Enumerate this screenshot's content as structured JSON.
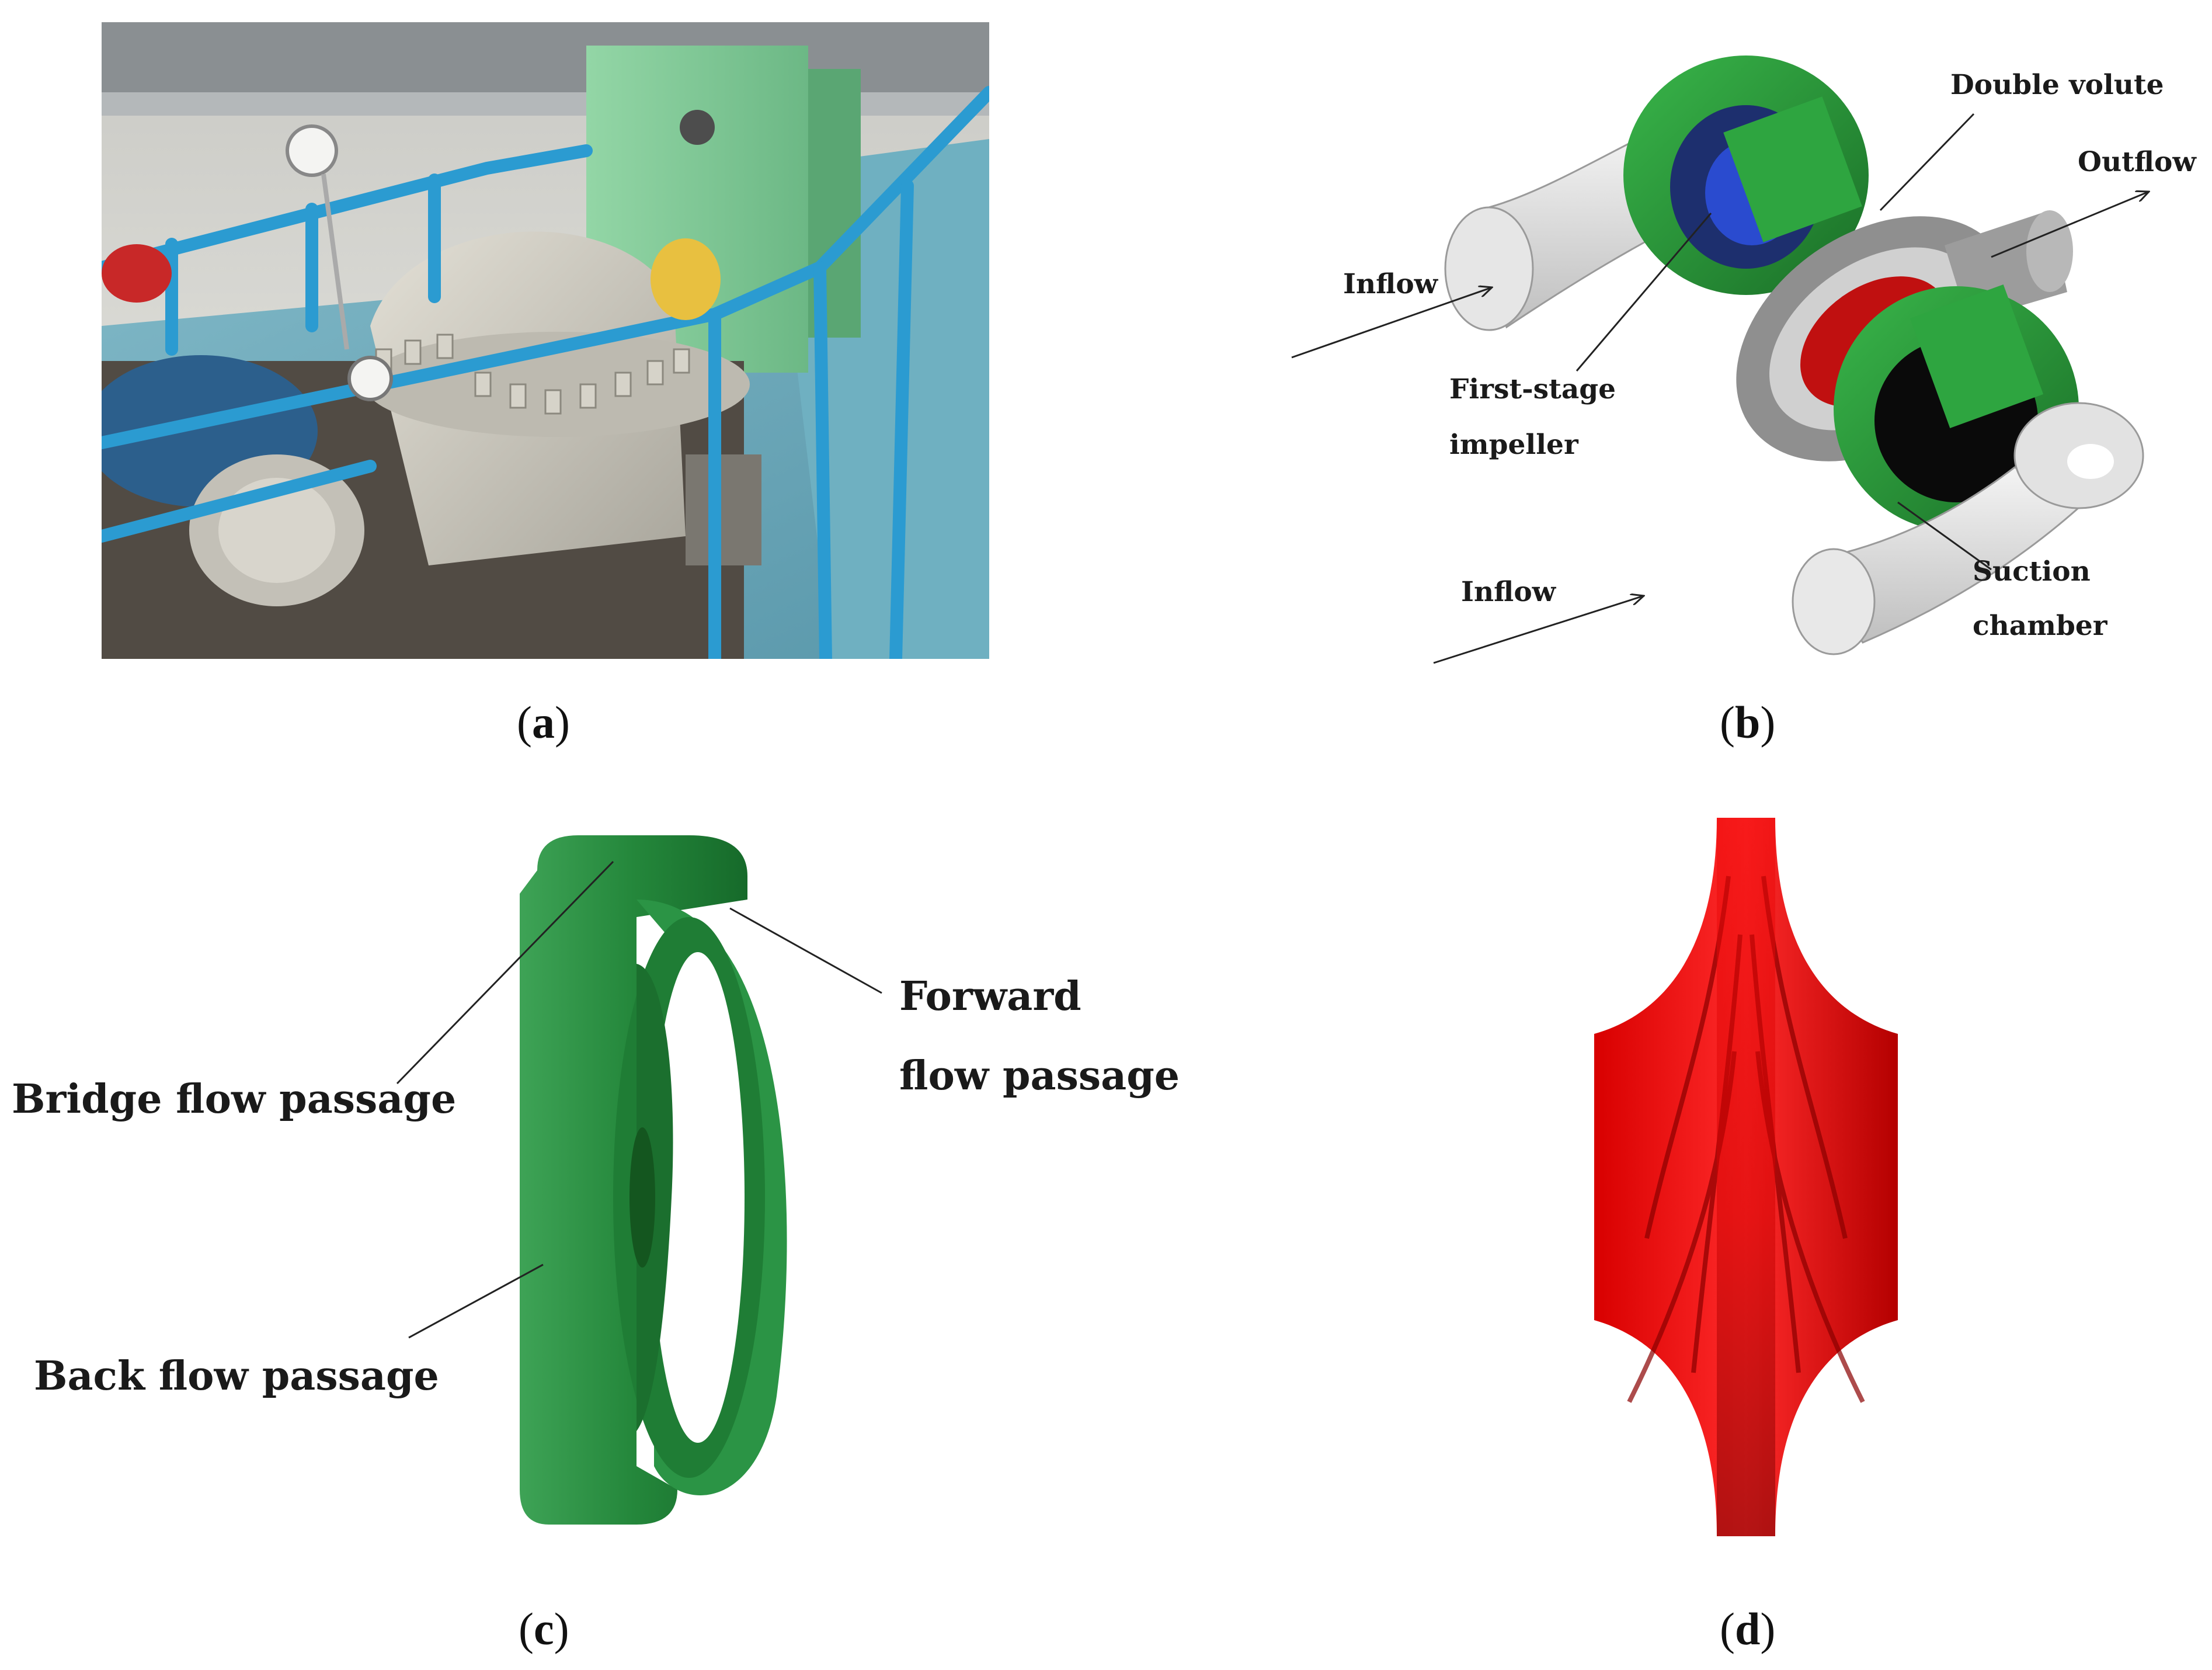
{
  "panels": {
    "a": {
      "caption_letter": "a"
    },
    "b": {
      "caption_letter": "b",
      "labels": {
        "double_volute": "Double volute",
        "outflow": "Outflow",
        "inflow_top": "Inflow",
        "first_stage_line1": "First-stage",
        "first_stage_line2": "impeller",
        "inflow_bottom": "Inflow",
        "suction_line1": "Suction",
        "suction_line2": "chamber"
      }
    },
    "c": {
      "caption_letter": "c",
      "labels": {
        "forward_line1": "Forward",
        "forward_line2": "flow passage",
        "bridge": "Bridge flow passage",
        "back": "Back flow passage"
      }
    },
    "d": {
      "caption_letter": "d"
    }
  },
  "colors": {
    "volute_green": "#1f7a2e",
    "volute_green_light": "#2fa13f",
    "impeller_red": "#d40000",
    "impeller_dark": "#7a0000",
    "suction_grey": "#d8d8d8",
    "pipe_blue": "#2b9bd1"
  }
}
